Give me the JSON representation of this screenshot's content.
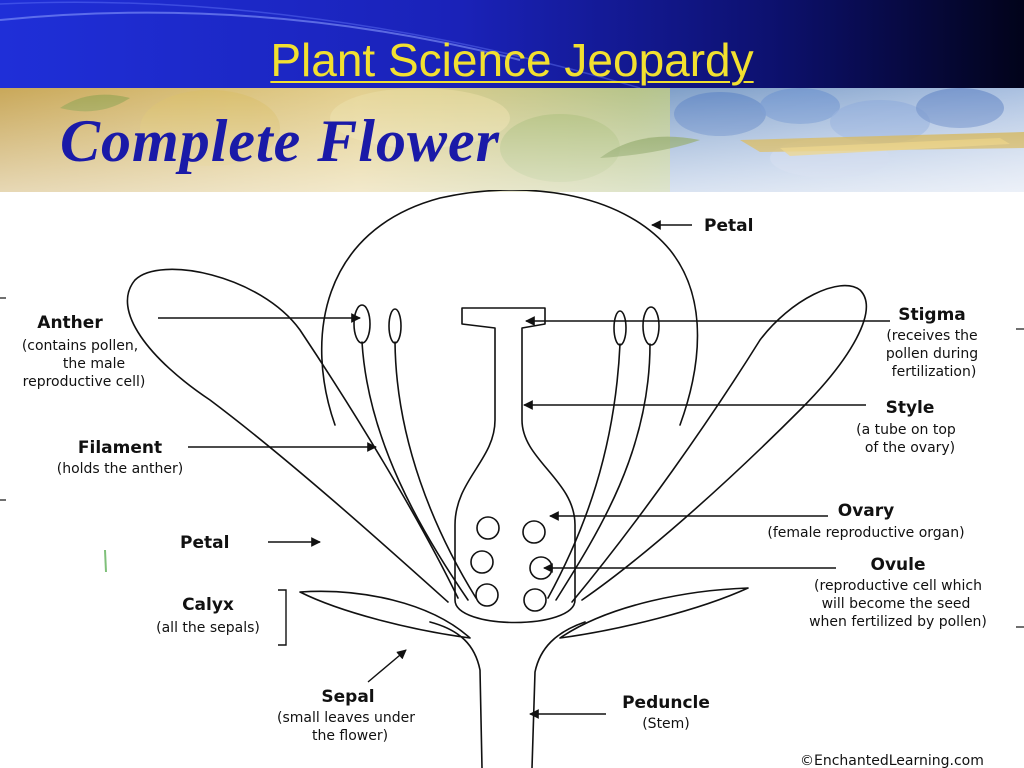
{
  "slide": {
    "title": "Plant Science Jeopardy",
    "heading": "Complete Flower",
    "colors": {
      "title": "#f2e030",
      "heading": "#1a1aa8",
      "band_left": "#1f2fd8",
      "band_right": "#02031a"
    }
  },
  "diagram": {
    "labels": {
      "petal_top": "Petal",
      "anther": "Anther",
      "anther_desc_1": "(contains pollen,",
      "anther_desc_2": "the male",
      "anther_desc_3": "reproductive cell)",
      "filament": "Filament",
      "filament_desc": "(holds the anther)",
      "petal_left": "Petal",
      "calyx": "Calyx",
      "calyx_desc": "(all the sepals)",
      "sepal": "Sepal",
      "sepal_desc_1": "(small leaves under",
      "sepal_desc_2": "the flower)",
      "stigma": "Stigma",
      "stigma_desc_1": "(receives the",
      "stigma_desc_2": "pollen during",
      "stigma_desc_3": "fertilization)",
      "style": "Style",
      "style_desc_1": "(a tube on top",
      "style_desc_2": "of the ovary)",
      "ovary": "Ovary",
      "ovary_desc": "(female reproductive organ)",
      "ovule": "Ovule",
      "ovule_desc_1": "(reproductive cell which",
      "ovule_desc_2": "will become the seed",
      "ovule_desc_3": "when fertilized by pollen)",
      "peduncle": "Peduncle",
      "peduncle_desc": "(Stem)"
    },
    "credit": "©EnchantedLearning.com"
  }
}
